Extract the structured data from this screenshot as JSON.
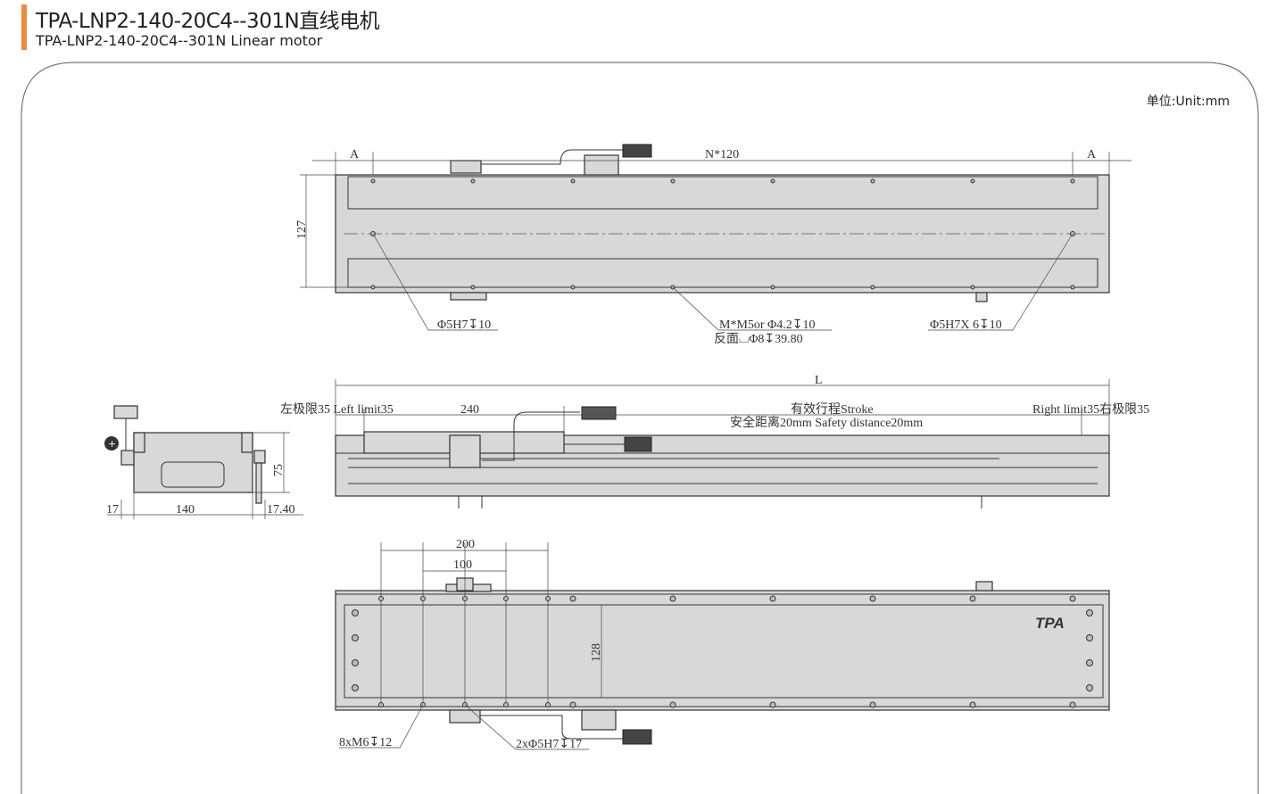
{
  "header": {
    "title": "TPA-LNP2-140-20C4--301N直线电机",
    "subtitle": "TPA-LNP2-140-20C4--301N Linear motor",
    "accent_color": "#f08a3c"
  },
  "unit_label": "单位:Unit:mm",
  "top_view": {
    "dim_a_left": "A",
    "dim_a_right": "A",
    "dim_pitch": "N*120",
    "dim_width": "127",
    "note_left": "Φ5H7↧10",
    "note_center_1": "M*M5or Φ4.2↧10",
    "note_center_2": "反面⌴Φ8↧39.80",
    "note_right": "Φ5H7X 6↧10"
  },
  "side_view": {
    "dim_length": "L",
    "left_limit": "左极限35 Left limit35",
    "carriage_length": "240",
    "stroke": "有效行程Stroke",
    "safety": "安全距离20mm Safety distance20mm",
    "right_limit": "Right limit35右极限35"
  },
  "end_view": {
    "dim_left": "17",
    "dim_width": "140",
    "dim_right": "17.40",
    "dim_height": "75"
  },
  "bottom_view": {
    "dim_200": "200",
    "dim_100": "100",
    "dim_128": "128",
    "note_holes": "8xM6↧12",
    "note_pins": "2xΦ5H7↧17",
    "logo": "TPA"
  }
}
